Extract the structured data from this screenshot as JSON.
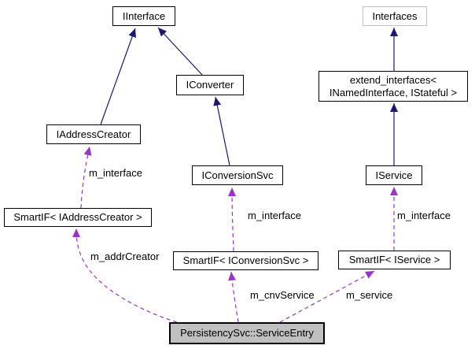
{
  "diagram": {
    "type": "collaboration-graph",
    "background": "#ffffff",
    "colors": {
      "inheritance_edge": "#191970",
      "usage_edge": "#9a32cd",
      "node_border": "#000000",
      "external_node_border": "#c0c0c0",
      "node_fill": "#ffffff",
      "focus_node_fill": "#c0c0c0",
      "text": "#000000"
    },
    "nodes": {
      "iinterface": {
        "label": "IInterface"
      },
      "interfaces": {
        "label": "Interfaces"
      },
      "iconverter": {
        "label": "IConverter"
      },
      "extend_interfaces": {
        "label_line1": "extend_interfaces<",
        "label_line2": "INamedInterface, IStateful >"
      },
      "iaddresscreator": {
        "label": "IAddressCreator"
      },
      "iconversionsvc": {
        "label": "IConversionSvc"
      },
      "iservice": {
        "label": "IService"
      },
      "smartif_iaddresscreator": {
        "label": "SmartIF< IAddressCreator >"
      },
      "smartif_iconversionsvc": {
        "label": "SmartIF< IConversionSvc >"
      },
      "smartif_iservice": {
        "label": "SmartIF< IService >"
      },
      "serviceentry": {
        "label": "PersistencySvc::ServiceEntry"
      }
    },
    "edges": [
      {
        "from": "IAddressCreator",
        "to": "IInterface",
        "type": "inheritance",
        "label": ""
      },
      {
        "from": "IConverter",
        "to": "IInterface",
        "type": "inheritance",
        "label": ""
      },
      {
        "from": "IConversionSvc",
        "to": "IConverter",
        "type": "inheritance",
        "label": ""
      },
      {
        "from": "extend_interfaces< INamedInterface, IStateful >",
        "to": "Interfaces",
        "type": "inheritance",
        "label": ""
      },
      {
        "from": "IService",
        "to": "extend_interfaces< INamedInterface, IStateful >",
        "type": "inheritance",
        "label": ""
      },
      {
        "from": "SmartIF< IAddressCreator >",
        "to": "IAddressCreator",
        "type": "usage",
        "label": "m_interface"
      },
      {
        "from": "SmartIF< IConversionSvc >",
        "to": "IConversionSvc",
        "type": "usage",
        "label": "m_interface"
      },
      {
        "from": "SmartIF< IService >",
        "to": "IService",
        "type": "usage",
        "label": "m_interface"
      },
      {
        "from": "PersistencySvc::ServiceEntry",
        "to": "SmartIF< IAddressCreator >",
        "type": "usage",
        "label": "m_addrCreator"
      },
      {
        "from": "PersistencySvc::ServiceEntry",
        "to": "SmartIF< IConversionSvc >",
        "type": "usage",
        "label": "m_cnvService"
      },
      {
        "from": "PersistencySvc::ServiceEntry",
        "to": "SmartIF< IService >",
        "type": "usage",
        "label": "m_service"
      }
    ]
  }
}
